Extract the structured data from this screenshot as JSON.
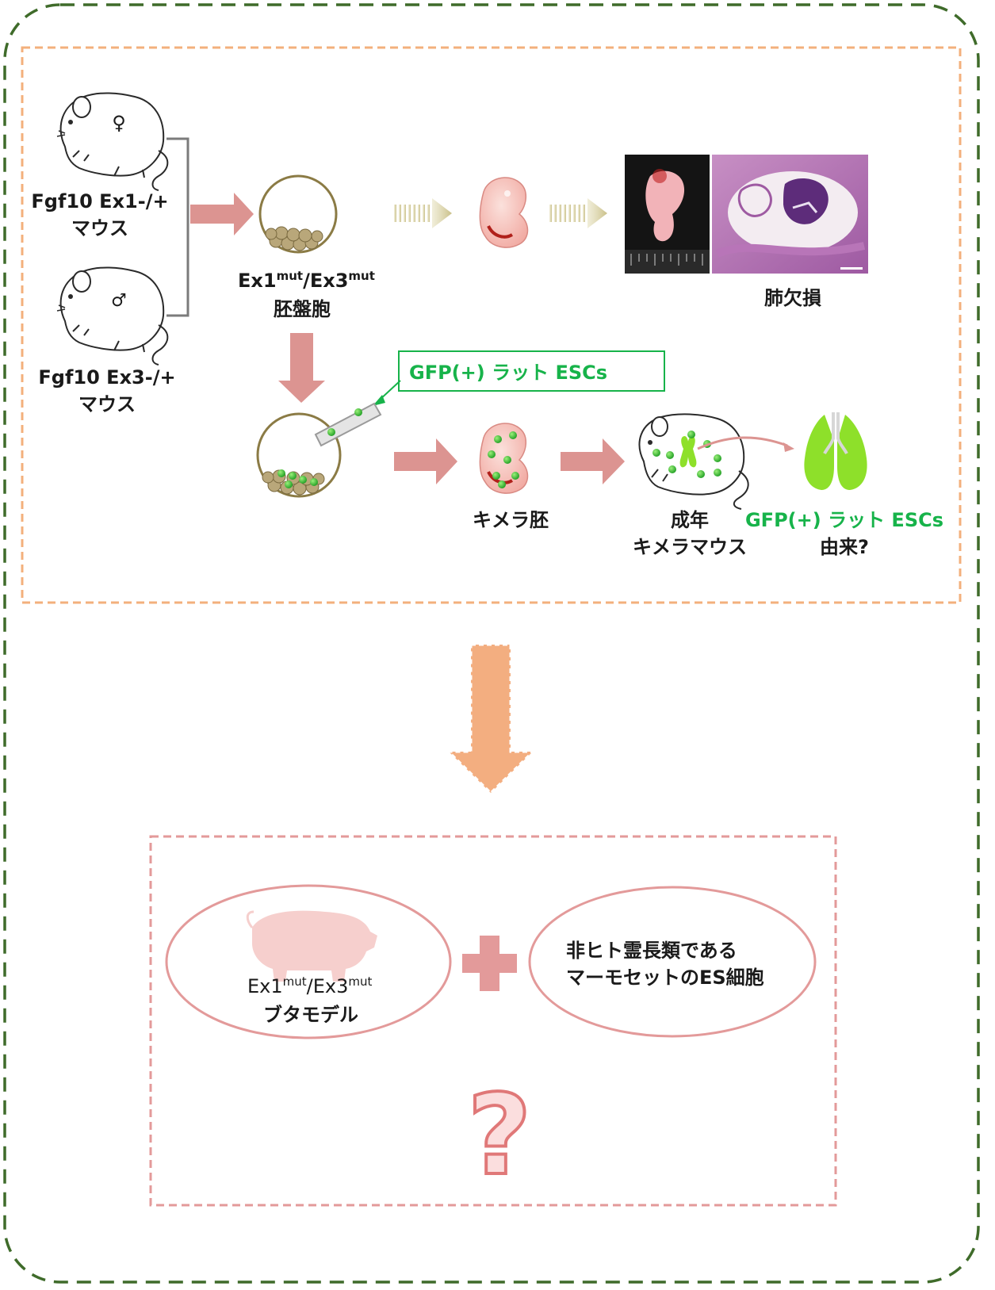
{
  "colors": {
    "outer_border": "#3f6b2a",
    "inner_border": "#f3b07c",
    "lower_border": "#e39a9a",
    "arrow_pink": "#dc9491",
    "arrow_orange": "#f3ae80",
    "green_text": "#17b34a",
    "gfp_green": "#3ec23a",
    "lung_green": "#8ee02a",
    "question_mark": "#ef8b8b"
  },
  "female_mouse": {
    "symbol": "♀",
    "label_line1": "Fgf10  Ex1-/+",
    "label_line2": "マウス"
  },
  "male_mouse": {
    "symbol": "♂",
    "label_line1": "Fgf10 Ex3-/+",
    "label_line2": "マウス"
  },
  "blastocyst": {
    "label_base1": "Ex1",
    "label_sup1": "mut",
    "label_mid": "/Ex3",
    "label_sup2": "mut",
    "label_line2": "胚盤胞"
  },
  "lung_defect": {
    "label": "肺欠損"
  },
  "gfp_box": {
    "label": "GFP(+) ラット ESCs"
  },
  "chimera_embryo": {
    "label": "キメラ胚"
  },
  "adult_chimera": {
    "label_line1": "成年",
    "label_line2": "キメラマウス"
  },
  "lung_origin": {
    "label_line1": "GFP(+) ラット ESCs",
    "label_line2": "由来?"
  },
  "pig_model": {
    "label_base1": "Ex1",
    "label_sup1": "mut",
    "label_mid": "/Ex3",
    "label_sup2": "mut",
    "label_line2": "ブタモデル"
  },
  "marmoset": {
    "label_line1": "非ヒト霊長類である",
    "label_line2": "マーモセットのES細胞"
  },
  "question": {
    "symbol": "?"
  }
}
